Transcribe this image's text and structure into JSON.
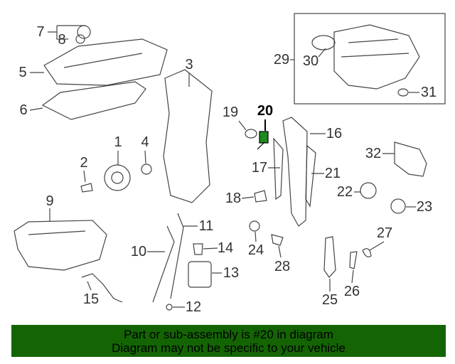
{
  "diagram": {
    "highlighted_part": "20",
    "highlight_color": "#1f8a1f",
    "part_labels": {
      "p1": "1",
      "p2": "2",
      "p3": "3",
      "p4": "4",
      "p5": "5",
      "p6": "6",
      "p7": "7",
      "p8": "8",
      "p9": "9",
      "p10": "10",
      "p11": "11",
      "p12": "12",
      "p13": "13",
      "p14": "14",
      "p15": "15",
      "p16": "16",
      "p17": "17",
      "p18": "18",
      "p19": "19",
      "p20": "20",
      "p21": "21",
      "p22": "22",
      "p23": "23",
      "p24": "24",
      "p25": "25",
      "p26": "26",
      "p27": "27",
      "p28": "28",
      "p29": "29",
      "p30": "30",
      "p31": "31",
      "p32": "32"
    }
  },
  "banner": {
    "line1": "Part or sub-assembly is #20 in diagram",
    "line2": "Diagram may not be specific to your vehicle",
    "background": "#146404"
  }
}
